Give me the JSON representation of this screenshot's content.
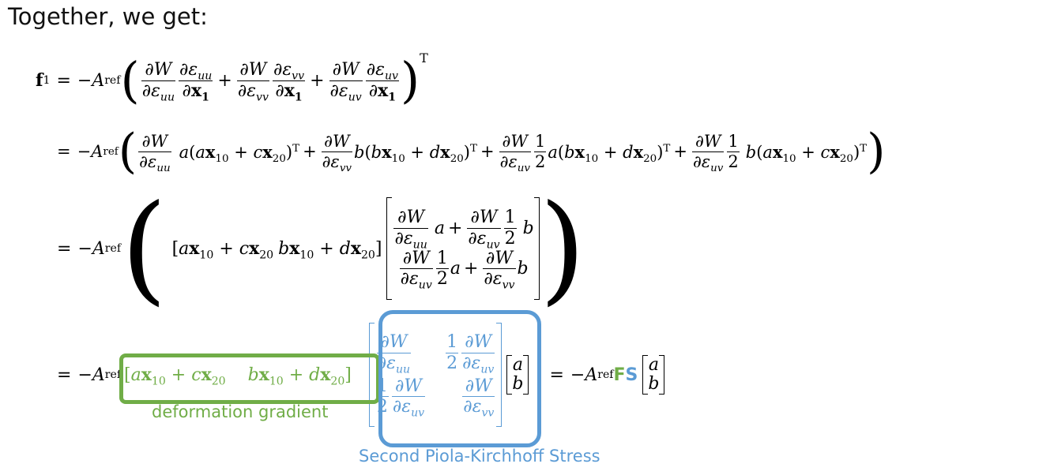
{
  "heading": "Together, we get:",
  "labels": {
    "deformation_gradient": "deformation gradient",
    "pk2_stress": "Second Piola-Kirchhoff Stress"
  },
  "colors": {
    "deformation_gradient": "#70ad47",
    "pk2_stress": "#5b9bd5"
  }
}
